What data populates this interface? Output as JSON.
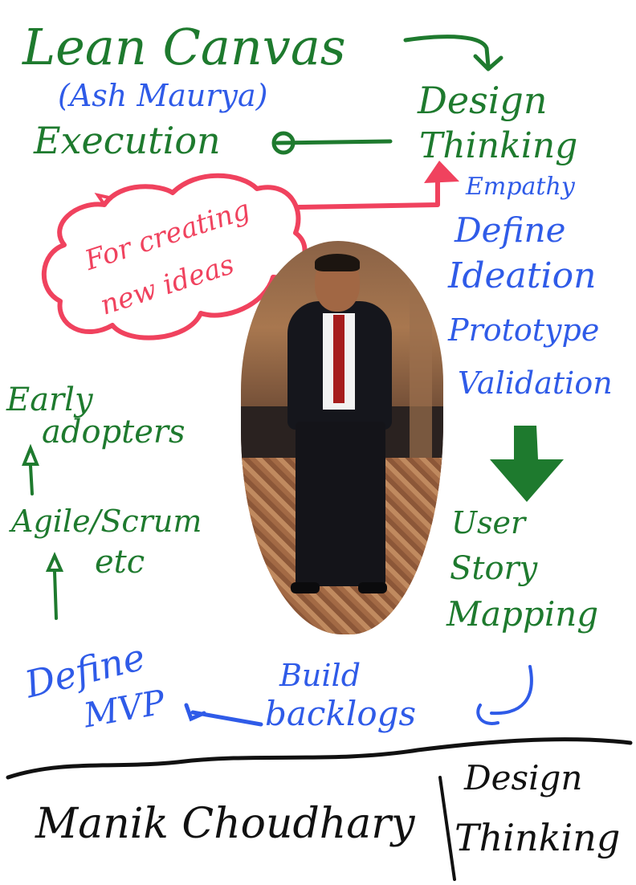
{
  "title": "Lean Canvas",
  "subtitle": "(Ash Maurya)",
  "execution": "Execution",
  "design_thinking": {
    "line1": "Design",
    "line2": "Thinking"
  },
  "callout": {
    "line1": "For creating",
    "line2": "new ideas"
  },
  "steps": [
    "Empathy",
    "Define",
    "Ideation",
    "Prototype",
    "Validation"
  ],
  "user_story": {
    "line1": "User",
    "line2": "Story",
    "line3": "Mapping"
  },
  "build": {
    "line1": "Build",
    "line2": "backlogs"
  },
  "define_mvp": {
    "line1": "Define",
    "line2": "MVP"
  },
  "agile": {
    "line1": "Agile/Scrum",
    "line2": "etc"
  },
  "early": {
    "line1": "Early",
    "line2": "adopters"
  },
  "footer": {
    "name": "Manik Choudhary",
    "topic_line1": "Design",
    "topic_line2": "Thinking"
  },
  "colors": {
    "green": "#1e7a2e",
    "blue": "#2f5be8",
    "red": "#f0425e",
    "black": "#111111"
  }
}
